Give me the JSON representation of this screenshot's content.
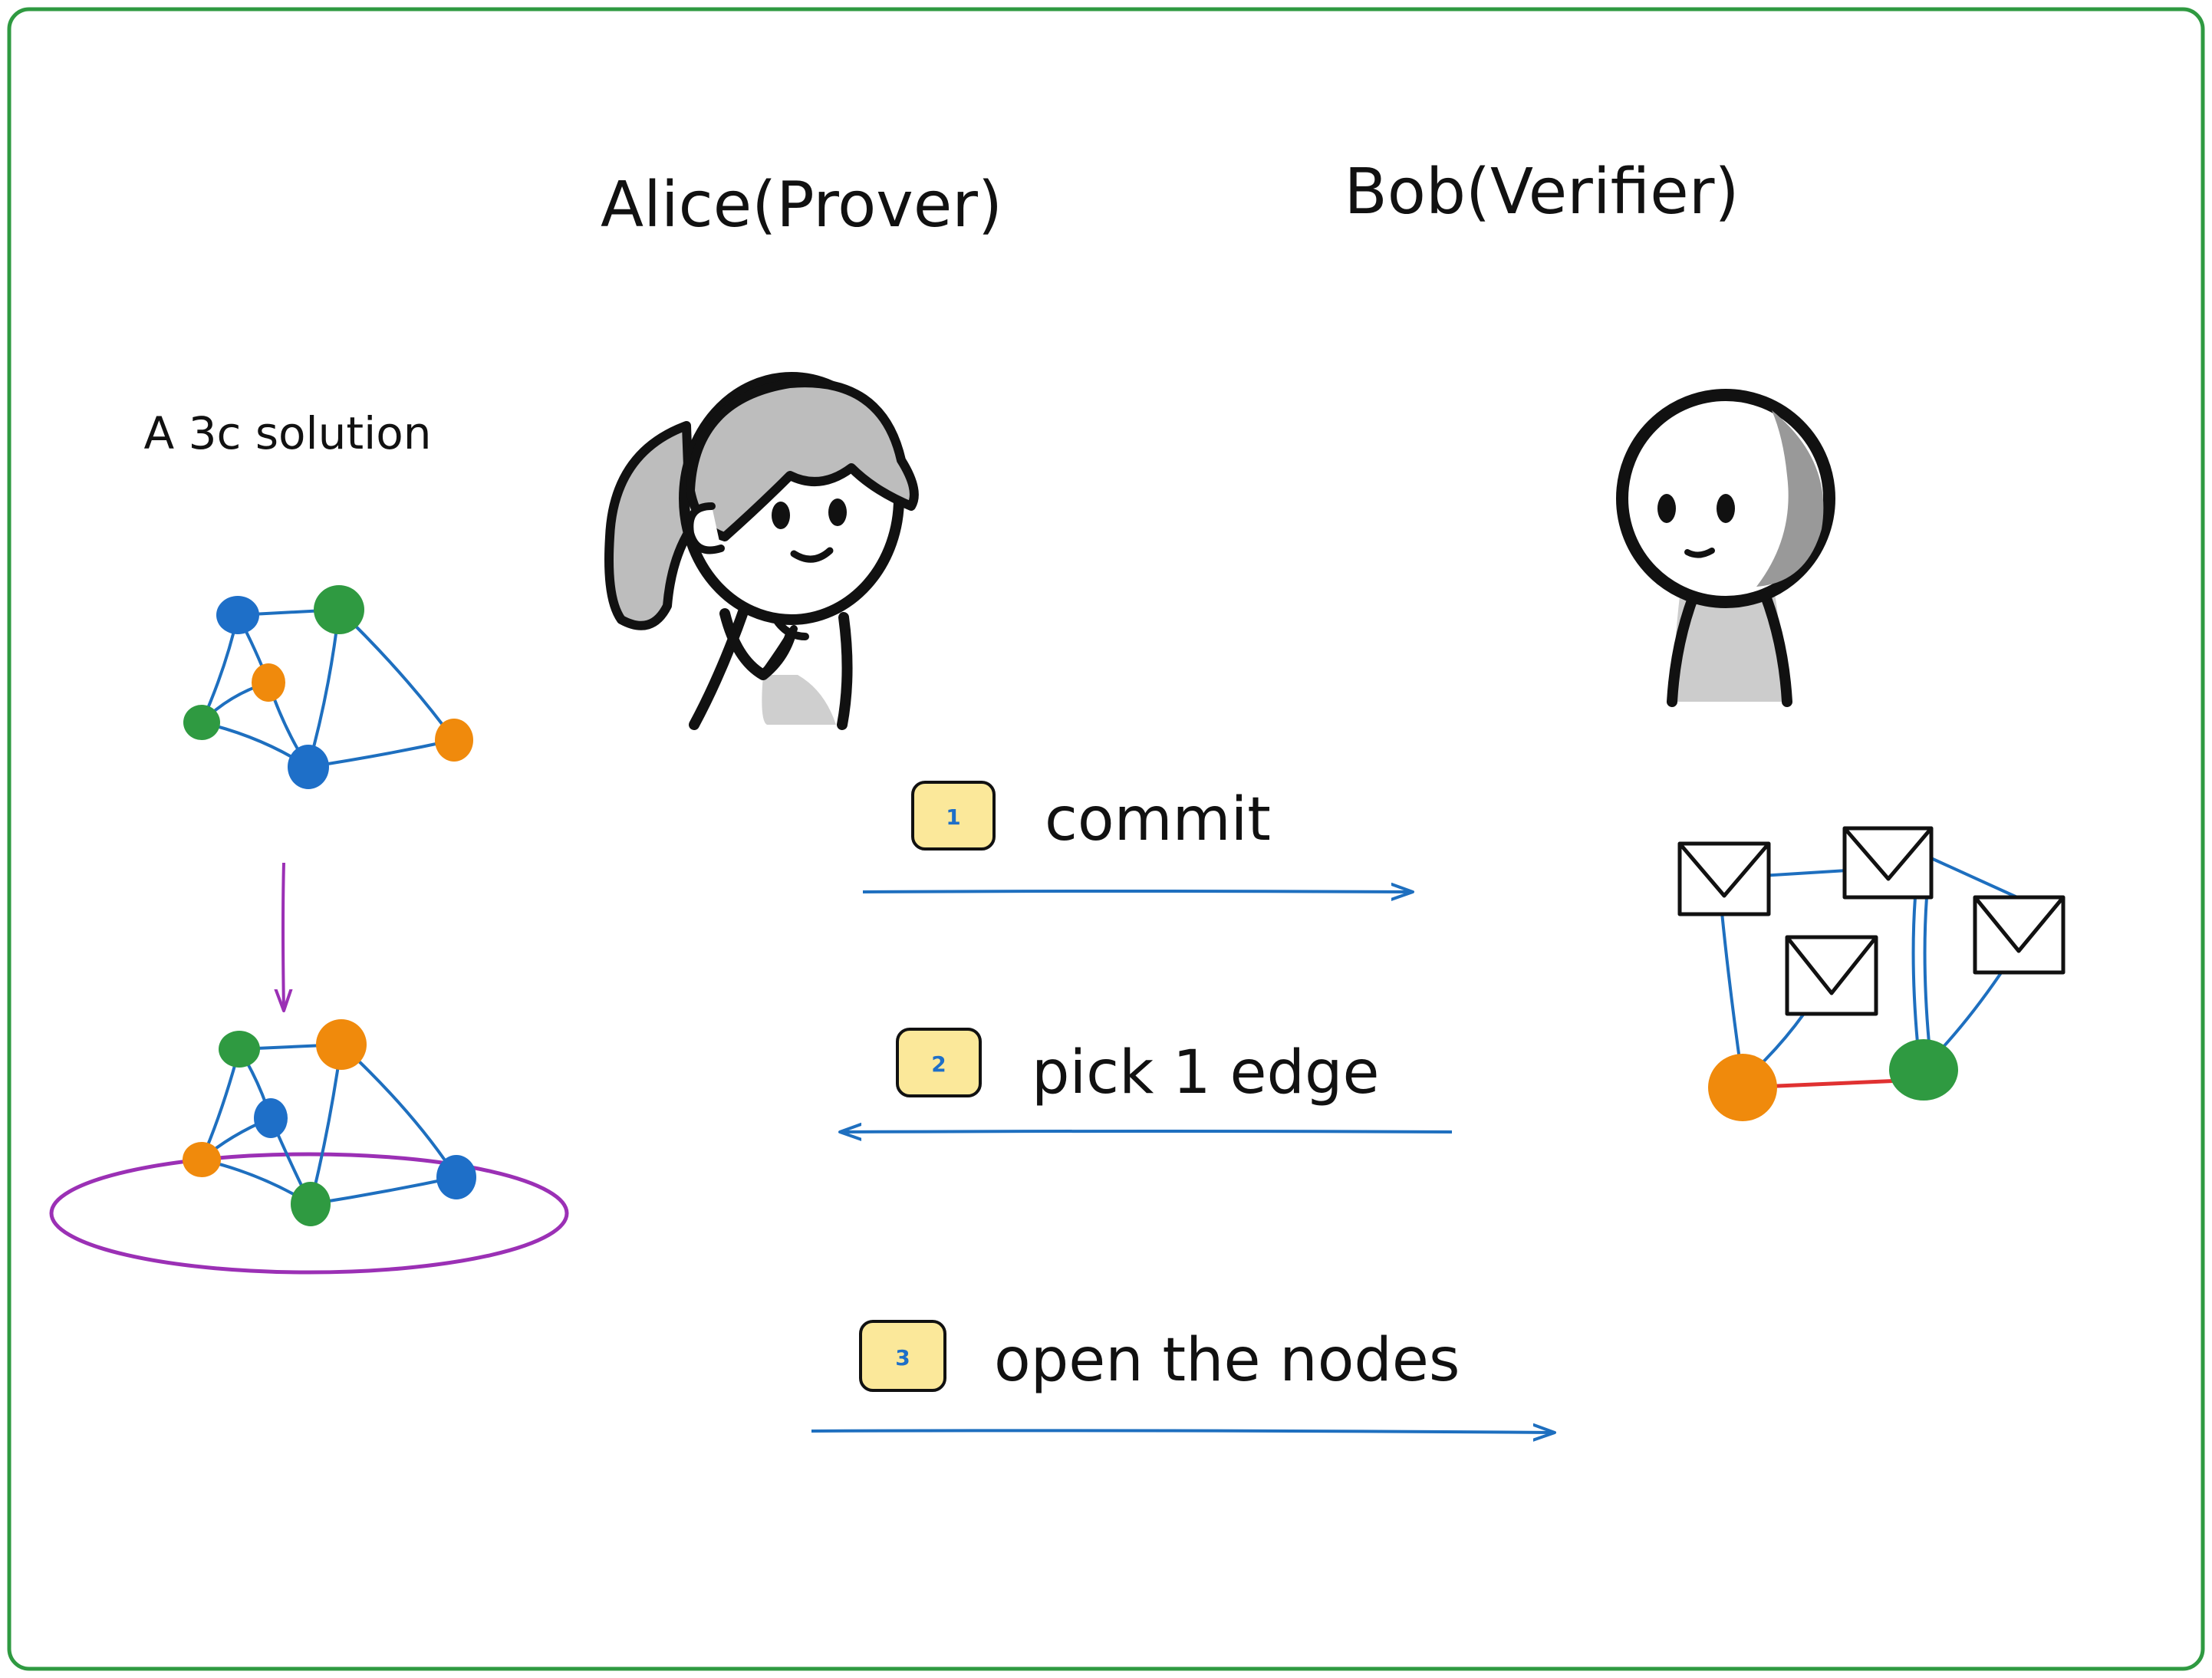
{
  "titles": {
    "alice": "Alice(Prover)",
    "bob": "Bob(Verifier)"
  },
  "solution_label": "A 3c solution",
  "steps": [
    {
      "number": "1",
      "label": "commit"
    },
    {
      "number": "2",
      "label": "pick 1 edge"
    },
    {
      "number": "3",
      "label": "open the nodes"
    }
  ],
  "colors": {
    "frame": "#2f9a41",
    "edge": "#1e6fbf",
    "node_blue": "#1e6fc8",
    "node_green": "#2f9a41",
    "node_orange": "#f08a0c",
    "permute_arrow": "#9b30b5",
    "picked_edge": "#e03131",
    "badge_fill": "#fbe89a",
    "badge_text": "#1e6fc8"
  },
  "icons": [
    "alice-figure-icon",
    "bob-figure-icon",
    "envelope-icon"
  ]
}
